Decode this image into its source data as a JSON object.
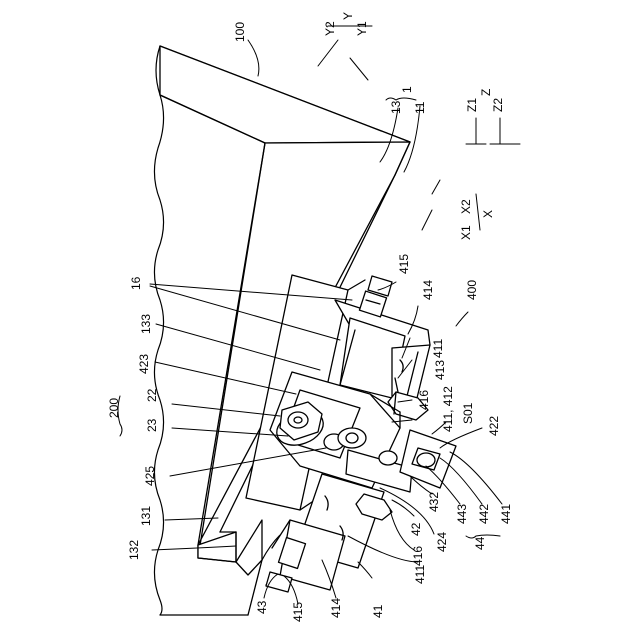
{
  "figure": {
    "labels": {
      "l100": "100",
      "lY": "Y",
      "lY2": "Y2",
      "lY1": "Y1",
      "l1": "1",
      "l13": "13",
      "l11": "11",
      "lZ": "Z",
      "lZ1": "Z1",
      "lZ2": "Z2",
      "lX2": "X2",
      "lX": "X",
      "lX1": "X1",
      "l16": "16",
      "l415a": "415",
      "l414a": "414",
      "l400": "400",
      "l133": "133",
      "l411a": "411",
      "l413": "413",
      "l423": "423",
      "l416a": "416",
      "l200": "200",
      "l22": "22",
      "l23": "23",
      "l411412": "411, 412",
      "lS01": "S01",
      "l422": "422",
      "l425": "425",
      "l432": "432",
      "l443": "443",
      "l442": "442",
      "l441": "441",
      "l44": "44",
      "l424": "424",
      "l42": "42",
      "l131": "131",
      "l416b": "416",
      "l132": "132",
      "l411b": "411",
      "l43": "43",
      "l415b": "415",
      "l414b": "414",
      "l41": "41"
    }
  }
}
